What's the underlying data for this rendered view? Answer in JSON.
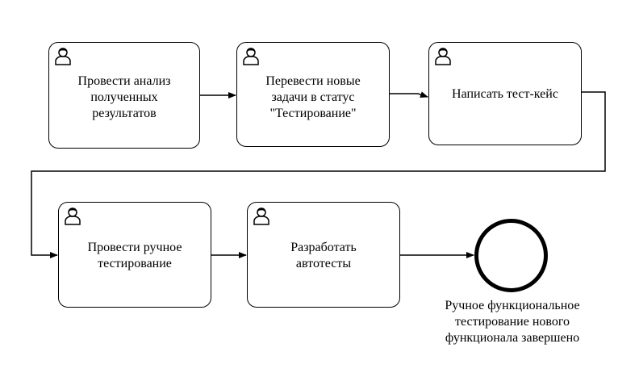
{
  "diagram": {
    "tasks": [
      {
        "label": "Провести анализ\nполученных\nрезультатов",
        "icon": "user-icon"
      },
      {
        "label": "Перевести новые\nзадачи в статус\n\"Тестирование\"",
        "icon": "user-icon"
      },
      {
        "label": "Написать тест-кейс",
        "icon": "user-icon"
      },
      {
        "label": "Провести ручное\nтестирование",
        "icon": "user-icon"
      },
      {
        "label": "Разработать\nавтотесты",
        "icon": "user-icon"
      }
    ],
    "end_event": {
      "label": "Ручное функциональное\nтестирование нового\nфункционала завершено"
    },
    "colors": {
      "stroke": "#000000",
      "background": "#ffffff"
    }
  }
}
